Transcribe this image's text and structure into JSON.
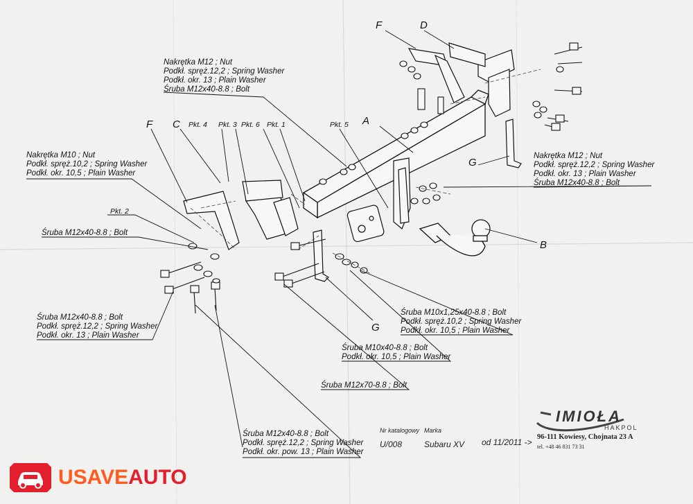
{
  "part_letters": {
    "A": "A",
    "B": "B",
    "C": "C",
    "D": "D",
    "F1": "F",
    "F2": "F",
    "G1": "G",
    "G2": "G"
  },
  "points": {
    "pkt1": "Pkt. 1",
    "pkt2": "Pkt. 2",
    "pkt3": "Pkt. 3",
    "pkt4": "Pkt. 4",
    "pkt5": "Pkt. 5",
    "pkt6": "Pkt. 6"
  },
  "labels": {
    "top_center": [
      "Nakrętka  M12 ; Nut",
      "Podkł. spręż.12,2 ; Spring Washer",
      "Podkł. okr. 13 ; Plain Washer",
      "Śruba M12x40-8.8 ;  Bolt"
    ],
    "right_mid": [
      "Nakrętka  M12 ; Nut",
      "Podkł. spręż.12,2 ; Spring Washer",
      "Podkł. okr. 13 ; Plain Washer",
      "Śruba M12x40-8.8 ;  Bolt"
    ],
    "left_nut": [
      "Nakrętka  M10 ; Nut",
      "Podkł. spręż.10,2 ; Spring Washer",
      "Podkł. okr. 10,5 ; Plain Washer"
    ],
    "left_bolt": [
      "Śruba M12x40-8.8 ;  Bolt"
    ],
    "left_bottom": [
      "Śruba M12x40-8.8 ;  Bolt",
      "Podkł. spręż.12,2 ; Spring Washer",
      "Podkł. okr. 13 ; Plain Washer"
    ],
    "center_m10": [
      "Śruba M10x1,25x40-8.8 ;  Bolt",
      "Podkł. spręż.10,2 ; Spring Washer",
      "Podkł. okr. 10,5 ; Plain Washer"
    ],
    "center_m10b": [
      "Śruba M10x40-8.8 ;  Bolt",
      "Podkł. okr. 10,5 ; Plain Washer"
    ],
    "center_m12x70": [
      "Śruba M12x70-8.8 ;  Bolt"
    ],
    "bottom_center": [
      "Śruba M12x40-8.8 ;  Bolt",
      "Podkł. spręż.12,2 ; Spring Washer",
      "Podkł. okr. pow. 13 ; Plain Washer"
    ]
  },
  "footer": {
    "catalog_label": "Nr katalogowy",
    "catalog_value": "U/008",
    "brand_label": "Marka",
    "brand_value": "Subaru XV",
    "date": "od 11/2011 ->",
    "address": "96-111 Kowiesy, Chojnata 23 A",
    "tel": "tel. +48 46 831 73 31"
  },
  "logo": {
    "brand": "IMIOŁA",
    "sub": "HAKPOL"
  },
  "watermark": {
    "part1": "USAVE",
    "part2": "AUTO"
  },
  "colors": {
    "line": "#111111",
    "paper": "#f1f1ef",
    "wm_orange": "#ff5a1f",
    "wm_red": "#e41f2d"
  }
}
